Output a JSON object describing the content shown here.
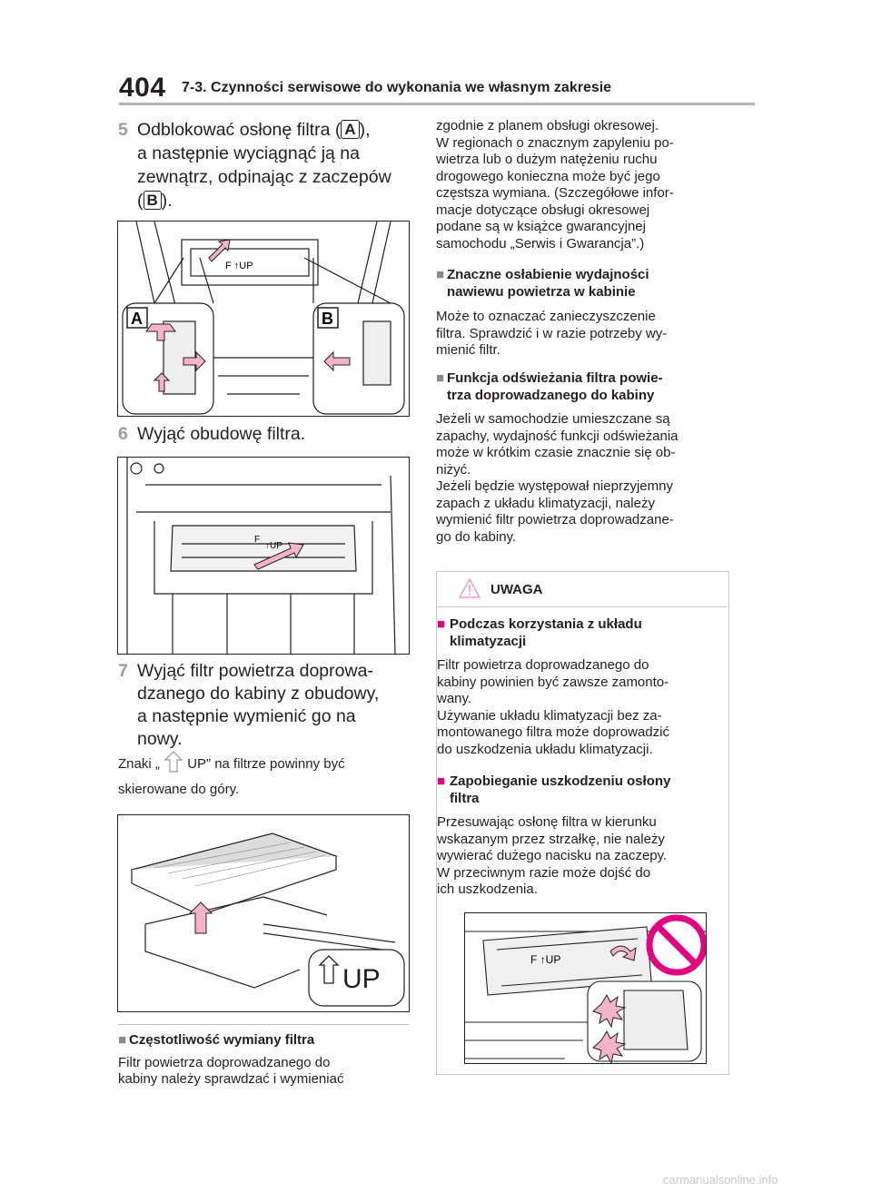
{
  "header": {
    "page_number": "404",
    "section_title": "7-3. Czynności serwisowe do wykonania we własnym zakresie"
  },
  "left": {
    "step5": {
      "number": "5",
      "line1_a": "Odblokować osłonę filtra (",
      "key_a": "A",
      "line1_b": "),",
      "line2": "a następnie wyciągnąć ją na",
      "line3": "zewnątrz, odpinając z zaczepów",
      "line4_a": "(",
      "key_b": "B",
      "line4_b": ")."
    },
    "figure1": {
      "label_a": "A",
      "label_b": "B",
      "mark": "F ↑UP"
    },
    "step6": {
      "number": "6",
      "text": "Wyjąć obudowę filtra."
    },
    "figure2": {
      "mark_f": "F",
      "mark_up": "↑UP"
    },
    "step7": {
      "number": "7",
      "line1": "Wyjąć filtr powietrza doprowa-",
      "line2": "dzanego do kabiny z obudowy,",
      "line3": "a następnie wymienić go na",
      "line4": "nowy."
    },
    "note": {
      "part1": "Znaki „",
      "part2": "UP” na filtrze powinny być",
      "line2": "skierowane do góry."
    },
    "figure3": {
      "up_label": "UP"
    },
    "section_replacement": {
      "heading": "Częstotliwość wymiany filtra",
      "line1": "Filtr powietrza doprowadzanego do",
      "line2": "kabiny należy sprawdzać i wymieniać"
    }
  },
  "right": {
    "para1": [
      "zgodnie z planem obsługi okresowej.",
      "W regionach o znacznym zapyleniu po-",
      "wietrza lub o dużym natężeniu ruchu",
      "drogowego konieczna może być jego",
      "częstsza wymiana. (Szczegółowe infor-",
      "macje dotyczące obsługi okresowej",
      "podane są w książce gwarancyjnej",
      "samochodu „Serwis i Gwarancja”.)"
    ],
    "heading2": [
      "Znaczne osłabienie wydajności",
      "nawiewu powietrza w kabinie"
    ],
    "para2": [
      "Może to oznaczać zanieczyszczenie",
      "filtra. Sprawdzić i w razie potrzeby wy-",
      "mienić filtr."
    ],
    "heading3": [
      "Funkcja odświeżania filtra powie-",
      "trza doprowadzanego do kabiny"
    ],
    "para3": [
      "Jeżeli w samochodzie umieszczane są",
      "zapachy, wydajność funkcji odświeżania",
      "może w krótkim czasie znacznie się ob-",
      "niżyć.",
      "Jeżeli będzie występował nieprzyjemny",
      "zapach z układu klimatyzacji, należy",
      "wymienić filtr powietrza doprowadzane-",
      "go do kabiny."
    ],
    "caution": {
      "title": "UWAGA",
      "heading1": [
        "Podczas korzystania z układu",
        "klimatyzacji"
      ],
      "para1": [
        "Filtr powietrza doprowadzanego do",
        "kabiny powinien być zawsze zamonto-",
        "wany.",
        "Używanie układu klimatyzacji bez za-",
        "montowanego filtra może doprowadzić",
        "do uszkodzenia układu klimatyzacji."
      ],
      "heading2": [
        "Zapobieganie uszkodzeniu osłony",
        "filtra"
      ],
      "para2": [
        "Przesuwając osłonę filtra w kierunku",
        "wskazanym przez strzałkę, nie należy",
        "wywierać dużego nacisku na zaczepy.",
        "W przeciwnym razie może dojść do",
        "ich uszkodzenia."
      ],
      "figure_mark": "F ↑UP"
    }
  },
  "footer": {
    "watermark": "carmanualsonline.info"
  },
  "colors": {
    "step_number": "#9d9d9d",
    "arrow_pink": "#f3b4c8",
    "prohibit_red": "#e4007f",
    "rule": "#b5b5b5"
  }
}
